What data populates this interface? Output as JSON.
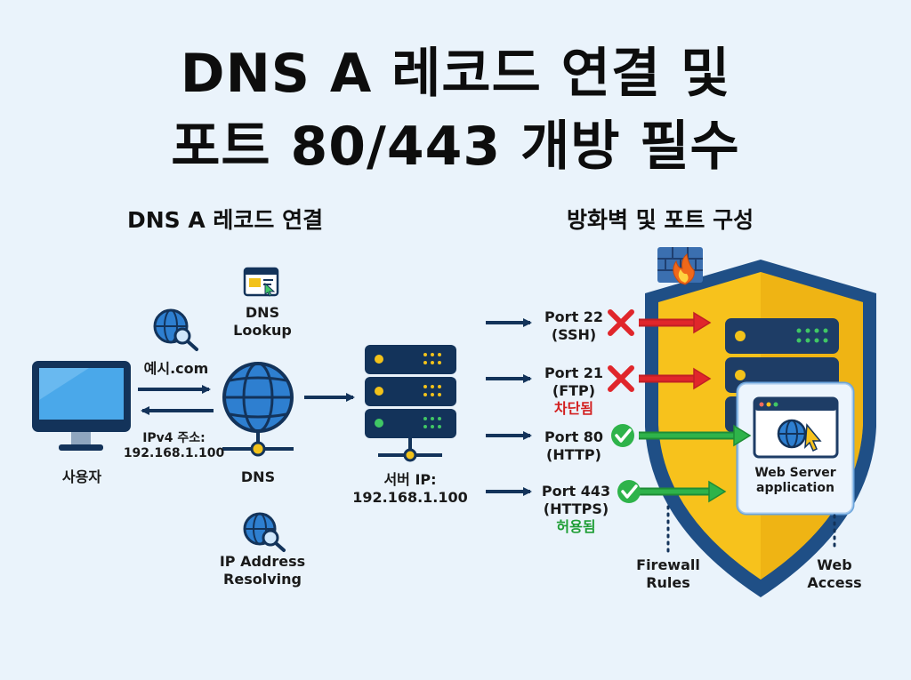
{
  "title": {
    "line1": "DNS A 레코드 연결 및",
    "line2": "포트 80/443 개방 필수"
  },
  "left": {
    "section_title": "DNS A 레코드 연결",
    "dns_lookup": {
      "line1": "DNS",
      "line2": "Lookup"
    },
    "query": "예시.com",
    "response": {
      "line1": "IPv4 주소:",
      "line2": "192.168.1.100"
    },
    "user_label": "사용자",
    "dns_label": "DNS",
    "server_ip": {
      "line1": "서버 IP:",
      "line2": "192.168.1.100"
    },
    "ip_resolving": {
      "line1": "IP Address",
      "line2": "Resolving"
    }
  },
  "right": {
    "section_title": "방화벽 및 포트 구성",
    "ports": [
      {
        "line1": "Port 22",
        "line2": "(SSH)",
        "status": "blocked"
      },
      {
        "line1": "Port 21",
        "line2": "(FTP)",
        "status": "blocked"
      },
      {
        "line1": "Port 80",
        "line2": "(HTTP)",
        "status": "allowed"
      },
      {
        "line1": "Port 443",
        "line2": "(HTTPS)",
        "status": "allowed"
      }
    ],
    "blocked_text": "차단됨",
    "allowed_text": "허용됨",
    "web_server": {
      "line1": "Web Server",
      "line2": "application"
    },
    "firewall_rules": {
      "line1": "Firewall",
      "line2": "Rules"
    },
    "web_access": {
      "line1": "Web",
      "line2": "Access"
    }
  },
  "colors": {
    "navy": "#13335a",
    "blue": "#2e7fd0",
    "shield_outer": "#1f4f86",
    "shield_inner": "#f7c21c",
    "block_red": "#e0262b",
    "allow_green": "#2eb34a",
    "firewall_brick": "#3b6fb0",
    "flame": "#f0681a"
  },
  "icons": [
    "browser-icon",
    "globe-search-icon",
    "monitor-icon",
    "globe-icon",
    "server-icon",
    "shield-icon",
    "firewall-icon",
    "x-icon",
    "check-icon",
    "cursor-icon"
  ]
}
